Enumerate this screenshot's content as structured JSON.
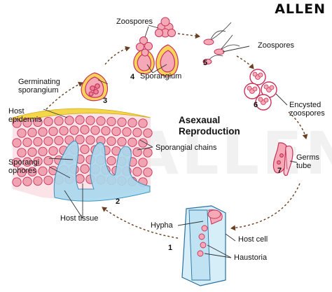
{
  "brand": {
    "logo_text": "ALLEN",
    "watermark_text": "ALLEN"
  },
  "diagram": {
    "title_line1": "Asexaual",
    "title_line2": "Reproduction",
    "stage_numbers": [
      "1",
      "2",
      "3",
      "4",
      "5",
      "6",
      "7"
    ],
    "labels": {
      "zoospores_top": "Zoospores",
      "zoospores_right": "Zoospores",
      "sporangium": "Sporangium",
      "germinating_line1": "Germinating",
      "germinating_line2": "sporangium",
      "host_epidermis_line1": "Host",
      "host_epidermis_line2": "epidermis",
      "sporangial_chains": "Sporangial chains",
      "sporangiophores_line1": "Sporangi",
      "sporangiophores_line2": "ophores",
      "host_tissue": "Host tissue",
      "encysted_line1": "Encysted",
      "encysted_line2": "zoospores",
      "germs_line1": "Germs",
      "germs_line2": "tube",
      "hypha": "Hypha",
      "host_cell": "Host cell",
      "haustoria": "Haustoria"
    },
    "colors": {
      "cycle_arrow": "#6b3f22",
      "spore_fill": "#f5b8c4",
      "spore_stroke": "#c8325a",
      "epidermis": "#f3d64a",
      "host_tissue": "#f4a8b6",
      "hypha_blue": "#9fd4ea"
    }
  }
}
